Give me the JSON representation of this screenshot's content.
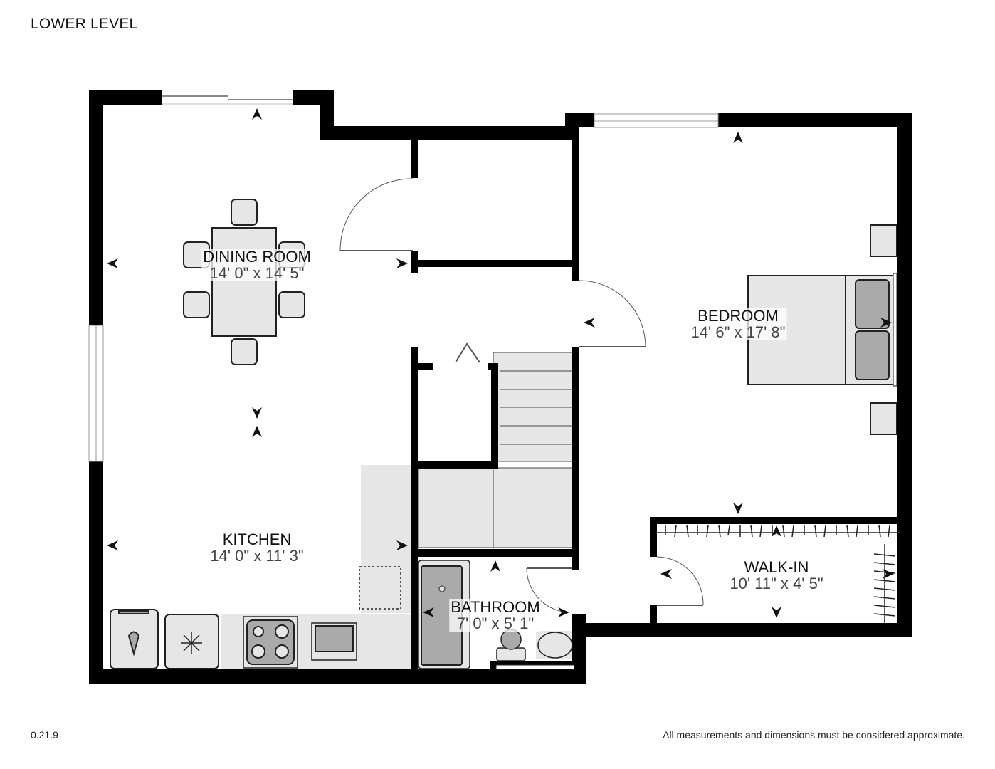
{
  "header": {
    "title": "LOWER LEVEL"
  },
  "footer": {
    "version": "0.21.9",
    "disclaimer": "All measurements and dimensions must be considered approximate."
  },
  "colors": {
    "wall": "#000000",
    "fixture_fill": "#e6e6e6",
    "fixture_dark": "#a8a8a8",
    "text_dim": "#444444"
  },
  "rooms": [
    {
      "name": "DINING ROOM",
      "dimensions": "14' 0\" x 14' 5\""
    },
    {
      "name": "BEDROOM",
      "dimensions": "14' 6\" x 17' 8\""
    },
    {
      "name": "KITCHEN",
      "dimensions": "14' 0\" x 11' 3\""
    },
    {
      "name": "BATHROOM",
      "dimensions": "7' 0\" x 5' 1\""
    },
    {
      "name": "WALK-IN",
      "dimensions": "10' 11\" x 4' 5\""
    }
  ],
  "fixtures": {
    "kitchen": [
      "dishwasher",
      "refrigerator",
      "stove",
      "sink",
      "island"
    ],
    "dining": [
      "table",
      "chairs"
    ],
    "bedroom": [
      "bed",
      "nightstands"
    ],
    "bathroom": [
      "bathtub",
      "toilet",
      "sink"
    ],
    "walk_in": [
      "closet-rods"
    ]
  }
}
